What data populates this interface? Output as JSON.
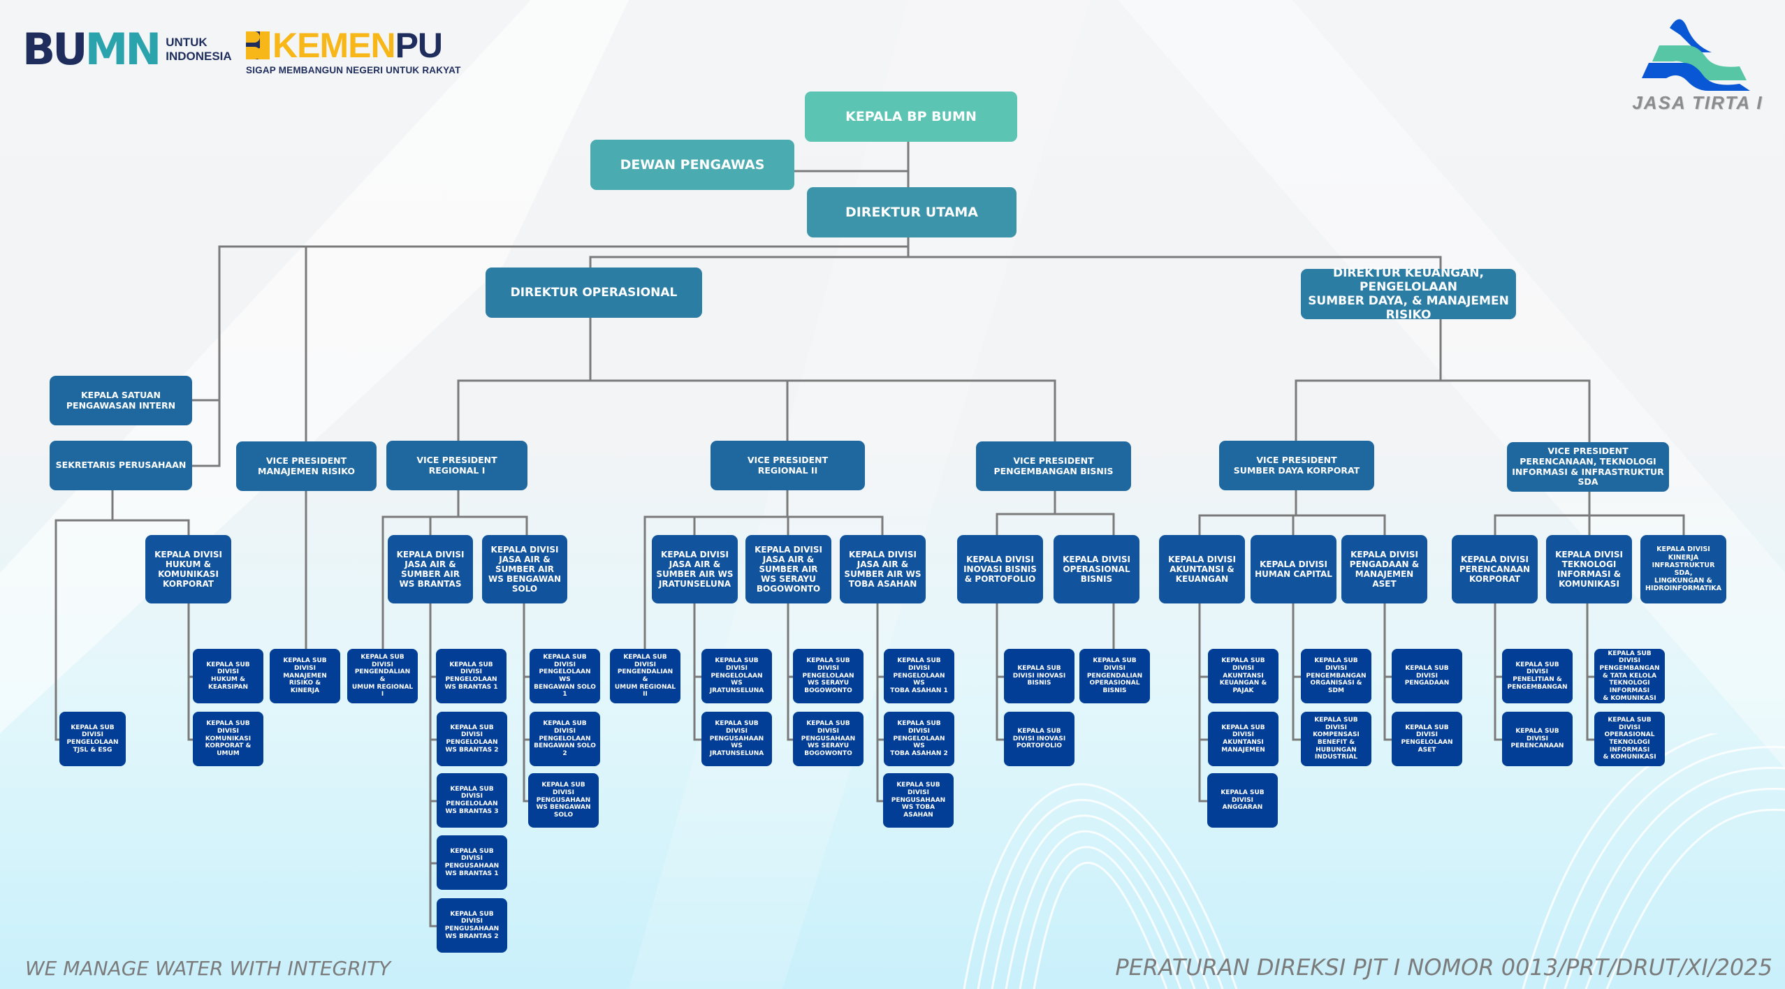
{
  "logos": {
    "bumn": {
      "mark_b": "B",
      "mark_u": "U",
      "mark_mn": "MN",
      "tagline_1": "UNTUK",
      "tagline_2": "INDONESIA"
    },
    "kemenpu": {
      "word_yellow": "KEMEN",
      "word_blue": "PU",
      "tagline": "SIGAP MEMBANGUN NEGERI UNTUK RAKYAT"
    },
    "jasa_tirta": {
      "name": "JASA TIRTA I"
    }
  },
  "colors": {
    "top_kepala": "#5bc4b3",
    "dewan": "#4aabb0",
    "dirut": "#3b94a9",
    "direktur": "#2b7da4",
    "vp": "#1f689f",
    "divisi": "#11539c",
    "subdivisi": "#023e95",
    "connector": "#7a7a7a",
    "bumn_navy": "#1e2d5c",
    "bumn_teal": "#2aa3ad",
    "kemen_yellow": "#f7b718",
    "jt_blue": "#0a57d6",
    "jt_green": "#56c6a4"
  },
  "org": {
    "kepala_bp_bumn": "KEPALA BP BUMN",
    "dewan_pengawas": "DEWAN PENGAWAS",
    "direktur_utama": "DIREKTUR UTAMA",
    "direktur_operasional": "DIREKTUR OPERASIONAL",
    "direktur_keuangan": "DIREKTUR KEUANGAN, PENGELOLAAN\nSUMBER DAYA, & MANAJEMEN RISIKO",
    "kepala_spi": "KEPALA SATUAN\nPENGAWASAN INTERN",
    "sekretaris": "SEKRETARIS  PERUSAHAAN",
    "vp_manajemen_risiko": "VICE PRESIDENT\nMANAJEMEN RISIKO",
    "vp_regional_1": "VICE PRESIDENT\nREGIONAL I",
    "vp_regional_2": "VICE PRESIDENT\nREGIONAL II",
    "vp_pengembangan_bisnis": "VICE PRESIDENT\nPENGEMBANGAN BISNIS",
    "vp_sdk": "VICE PRESIDENT\nSUMBER DAYA KORPORAT",
    "vp_perencanaan": "VICE PRESIDENT\nPERENCANAAN, TEKNOLOGI\nINFORMASI & INFRASTRUKTUR SDA",
    "div_hukum": "KEPALA DIVISI\nHUKUM &\nKOMUNIKASI\nKORPORAT",
    "div_brantas": "KEPALA DIVISI\nJASA AIR &\nSUMBER AIR\nWS BRANTAS",
    "div_bengawan": "KEPALA DIVISI\nJASA AIR &\nSUMBER AIR\nWS BENGAWAN\nSOLO",
    "div_jratun": "KEPALA DIVISI\nJASA AIR &\nSUMBER AIR WS\nJRATUNSELUNA",
    "div_serayu": "KEPALA DIVISI\nJASA AIR &\nSUMBER AIR\nWS SERAYU\nBOGOWONTO",
    "div_toba": "KEPALA DIVISI\nJASA AIR &\nSUMBER AIR WS\nTOBA ASAHAN",
    "div_inovasi": "KEPALA DIVISI\nINOVASI BISNIS\n& PORTOFOLIO",
    "div_opbisnis": "KEPALA DIVISI\nOPERASIONAL\nBISNIS",
    "div_akuntansi": "KEPALA DIVISI\nAKUNTANSI &\nKEUANGAN",
    "div_hc": "KEPALA DIVISI\nHUMAN CAPITAL",
    "div_pengadaan": "KEPALA DIVISI\nPENGADAAN &\nMANAJEMEN\nASET",
    "div_perencanaan": "KEPALA DIVISI\nPERENCANAAN\nKORPORAT",
    "div_ti": "KEPALA DIVISI\nTEKNOLOGI\nINFORMASI &\nKOMUNIKASI",
    "div_kinerja": "KEPALA DIVISI\nKINERJA\nINFRASTRUKTUR SDA,\nLINGKUNGAN &\nHIDROINFORMATIKA",
    "sub_tjsl": "KEPALA SUB\nDIVISI\nPENGELOLAAN\nTJSL & ESG",
    "sub_hukum": "KEPALA SUB\nDIVISI\nHUKUM &\nKEARSIPAN",
    "sub_komkorp": "KEPALA SUB\nDIVISI\nKOMUNIKASI\nKORPORAT &\nUMUM",
    "sub_mr": "KEPALA SUB\nDIVISI\nMANAJEMEN\nRISIKO & KINERJA",
    "sub_pu_reg1": "KEPALA SUB\nDIVISI\nPENGENDALIAN &\nUMUM REGIONAL\nI",
    "sub_brantas_p1": "KEPALA SUB\nDIVISI\nPENGELOLAAN\nWS BRANTAS 1",
    "sub_brantas_p2": "KEPALA SUB\nDIVISI\nPENGELOLAAN\nWS BRANTAS 2",
    "sub_brantas_p3": "KEPALA SUB\nDIVISI\nPENGELOLAAN\nWS BRANTAS 3",
    "sub_brantas_u1": "KEPALA SUB\nDIVISI\nPENGUSAHAAN\nWS BRANTAS 1",
    "sub_brantas_u2": "KEPALA SUB\nDIVISI\nPENGUSAHAAN\nWS BRANTAS 2",
    "sub_bs_p1": "KEPALA SUB\nDIVISI\nPENGELOLAAN\nWS\nBENGAWAN SOLO\n1",
    "sub_bs_p2": "KEPALA SUB\nDIVISI\nPENGELOLAAN\nBENGAWAN SOLO\n2",
    "sub_bs_u": "KEPALA SUB\nDIVISI\nPENGUSAHAAN\nWS BENGAWAN\nSOLO",
    "sub_pu_reg2": "KEPALA SUB\nDIVISI\nPENGENDALIAN &\nUMUM REGIONAL\nII",
    "sub_jratun_p": "KEPALA SUB\nDIVISI\nPENGELOLAAN\nWS JRATUNSELUNA",
    "sub_jratun_u": "KEPALA SUB\nDIVISI\nPENGUSAHAAN\nWS JRATUNSELUNA",
    "sub_serayu_p": "KEPALA SUB\nDIVISI\nPENGELOLAAN\nWS SERAYU\nBOGOWONTO",
    "sub_serayu_u": "KEPALA SUB\nDIVISI\nPENGUSAHAAN\nWS SERAYU\nBOGOWONTO",
    "sub_toba_p1": "KEPALA SUB\nDIVISI\nPENGELOLAAN\nWS\nTOBA ASAHAN 1",
    "sub_toba_p2": "KEPALA SUB\nDIVISI\nPENGELOLAAN\nWS\nTOBA ASAHAN 2",
    "sub_toba_u": "KEPALA SUB\nDIVISI\nPENGUSAHAAN\nWS TOBA ASAHAN",
    "sub_inovasi_bisnis": "KEPALA SUB\nDIVISI INOVASI\nBISNIS",
    "sub_inovasi_portofolio": "KEPALA SUB\nDIVISI INOVASI\nPORTOFOLIO",
    "sub_pengendalian_op": "KEPALA SUB\nDIVISI\nPENGENDALIAN\nOPERASIONAL\nBISNIS",
    "sub_akt_keu": "KEPALA SUB\nDIVISI AKUNTANSI\nKEUANGAN &\nPAJAK",
    "sub_akt_man": "KEPALA SUB\nDIVISI AKUNTANSI\nMANAJEMEN",
    "sub_anggaran": "KEPALA SUB\nDIVISI ANGGARAN",
    "sub_org_sdm": "KEPALA SUB\nDIVISI\nPENGEMBANGAN\nORGANISASI & SDM",
    "sub_kompensasi": "KEPALA SUB\nDIVISI\nKOMPENSASI\nBENEFIT &\nHUBUNGAN\nINDUSTRIAL",
    "sub_pengadaan": "KEPALA SUB\nDIVISI\nPENGADAAN",
    "sub_aset": "KEPALA SUB\nDIVISI\nPENGELOLAAN\nASET",
    "sub_litbang": "KEPALA SUB\nDIVISI\nPENELITIAN &\nPENGEMBANGAN",
    "sub_perencanaan": "KEPALA SUB\nDIVISI\nPERENCANAAN",
    "sub_tk_ti": "KEPALA SUB\nDIVISI\nPENGEMBANGAN\n& TATA KELOLA\nTEKNOLOGI\nINFORMASI\n& KOMUNIKASI",
    "sub_op_ti": "KEPALA SUB\nDIVISI\nOPERASIONAL\nTEKNOLOGI\nINFORMASI\n& KOMUNIKASI"
  },
  "footer": {
    "motto": "WE MANAGE WATER WITH INTEGRITY",
    "regulation": "PERATURAN DIREKSI PJT I NOMOR 0013/PRT/DRUT/XI/2025"
  }
}
